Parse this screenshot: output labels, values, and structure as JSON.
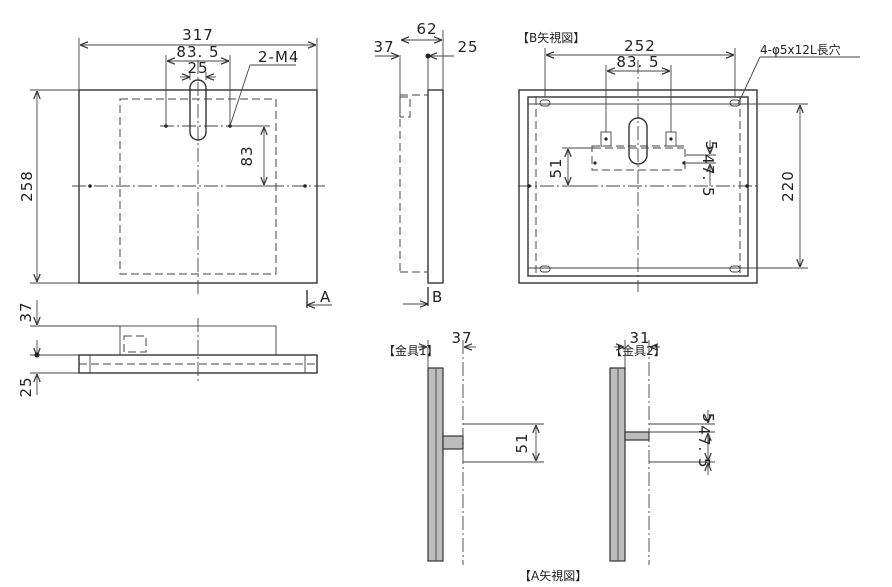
{
  "front_view": {
    "width": "317",
    "height": "258",
    "hole_pitch": "83. 5",
    "slot_width": "25",
    "screw_label": "2-M4",
    "hole_offset": "83"
  },
  "side_view": {
    "depth": "62",
    "depth_upper": "37",
    "depth_lower": "25",
    "view_arrow_label": "B"
  },
  "bottom_view": {
    "offset_top": "37",
    "offset_bottom": "25",
    "view_arrow_label": "A"
  },
  "b_view": {
    "title": "【B矢視図】",
    "hole_pitch_h": "252",
    "bracket_pitch": "83. 5",
    "hole_spec": "4-φ5x12L長穴",
    "hole_pitch_v": "220",
    "left_dim": "51",
    "right_dim_a": "5",
    "right_dim_b": "47. 5"
  },
  "fitting1": {
    "title": "【金具1】",
    "depth": "37",
    "height": "51"
  },
  "fitting2": {
    "title": "【金具2】",
    "depth": "31",
    "dim_a": "47. 5",
    "dim_b": "5"
  },
  "a_view": {
    "title": "【A矢視図】"
  }
}
